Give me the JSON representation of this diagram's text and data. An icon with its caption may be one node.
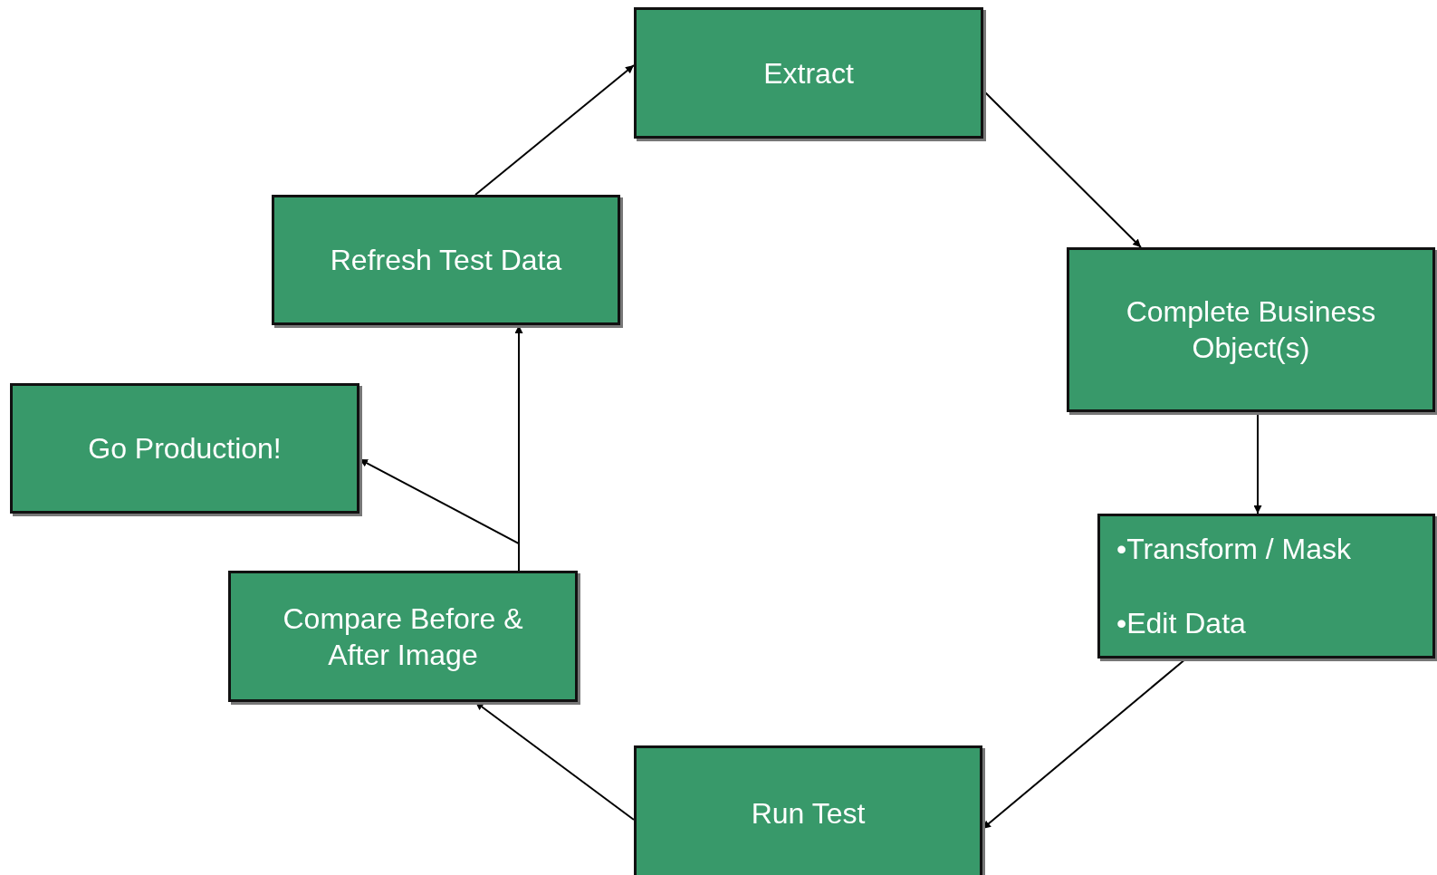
{
  "diagram": {
    "nodes": [
      {
        "text": [
          "Extract"
        ]
      },
      {
        "text": [
          "Complete Business Object(s)"
        ]
      },
      {
        "text": [
          "•Transform / Mask",
          "•Edit Data"
        ]
      },
      {
        "text": [
          "Run Test"
        ]
      },
      {
        "text": [
          "Compare Before & After Image"
        ]
      },
      {
        "text": [
          "Go Production!"
        ]
      },
      {
        "text": [
          "Refresh Test Data"
        ]
      }
    ],
    "edges": [
      {
        "from": 6,
        "to": 0,
        "arrow": "to"
      },
      {
        "from": 0,
        "to": 1,
        "arrow": "to"
      },
      {
        "from": 1,
        "to": 2,
        "arrow": "to"
      },
      {
        "from": 2,
        "to": 3,
        "arrow": "to"
      },
      {
        "from": 3,
        "to": 4,
        "arrow": "to"
      },
      {
        "from": 4,
        "to": 6,
        "arrow": "to"
      },
      {
        "from": 4,
        "to": 5,
        "arrow": "to"
      }
    ]
  }
}
